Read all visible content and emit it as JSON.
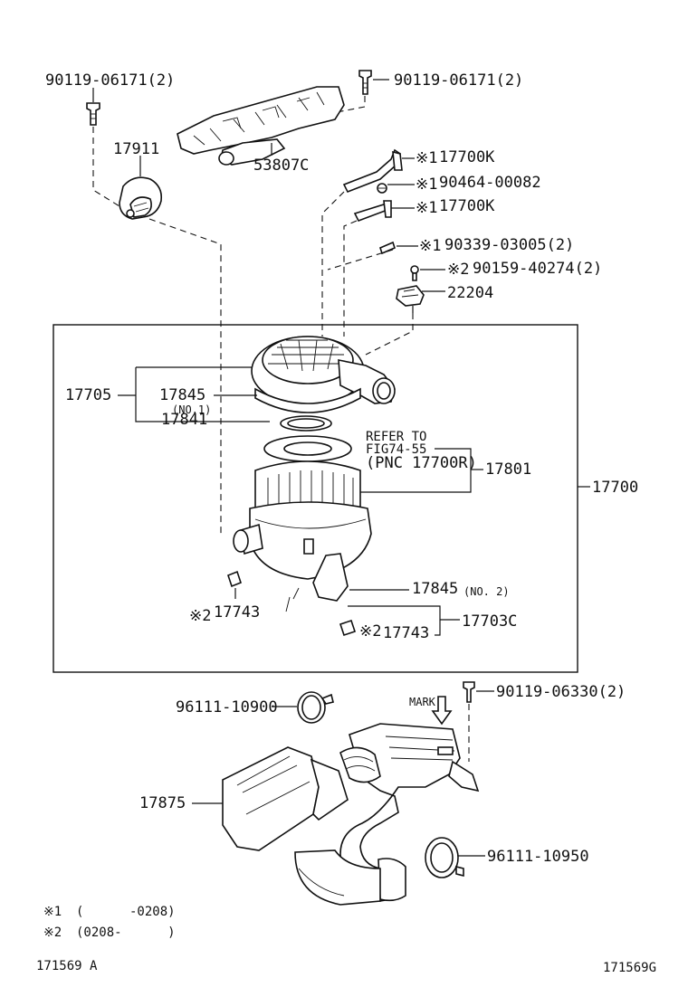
{
  "diagram": {
    "parts": {
      "bolt_top_left": "90119-06171(2)",
      "bolt_top_right": "90119-06171(2)",
      "p17911": "17911",
      "p53807c": "53807C",
      "hose_upper": "17700K",
      "hose_upper_mark": "※1",
      "clip": "90464-00082",
      "clip_mark": "※1",
      "hose_lower": "17700K",
      "hose_lower_mark": "※1",
      "pipe": "90339-03005(2)",
      "pipe_mark": "※1",
      "screw": "90159-40274(2)",
      "screw_mark": "※2",
      "p22204": "22204",
      "p17705": "17705",
      "p17845_no1": "17845",
      "p17845_no1_note": "(NO.1)",
      "p17841": "17841",
      "refer_to": "REFER TO",
      "fig_ref": "FIG74-55",
      "pnc_ref": "(PNC 17700R)",
      "p17801": "17801",
      "p17700": "17700",
      "p17845_no2": "17845",
      "p17845_no2_note": "(NO. 2)",
      "p17743_left_mark": "※2",
      "p17743_left": "17743",
      "p17743_right_mark": "※2",
      "p17743_right": "17743",
      "p17703c": "17703C",
      "p96111_10900": "96111-10900",
      "mark_label": "MARK",
      "bolt_bottom": "90119-06330(2)",
      "p17875": "17875",
      "p96111_10950": "96111-10950"
    },
    "footnotes": {
      "note1_mark": "※1",
      "note1_text": "(      -0208)",
      "note2_mark": "※2",
      "note2_text": "(0208-      )"
    },
    "codes": {
      "left": "171569 A",
      "right": "171569G"
    }
  }
}
